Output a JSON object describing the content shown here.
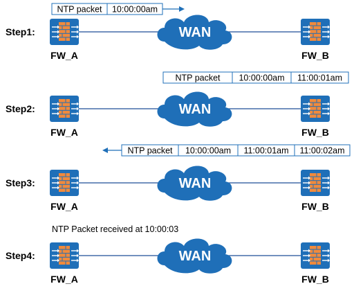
{
  "labels": {
    "fw_left": "FW_A",
    "fw_right": "FW_B",
    "wan": "WAN"
  },
  "colors": {
    "firewall_bg": "#1f6fb8",
    "firewall_bricks": "#f08a3c",
    "cloud": "#1f6fb8",
    "link": "#1f4e96",
    "packet_border": "#1f6fb8"
  },
  "steps": [
    {
      "label": "Step1:",
      "packet": {
        "direction": "right",
        "cells": [
          "NTP packet",
          "10:00:00am"
        ]
      },
      "note": ""
    },
    {
      "label": "Step2:",
      "packet": {
        "direction": "none",
        "cells": [
          "NTP packet",
          "10:00:00am",
          "11:00:01am"
        ]
      },
      "note": ""
    },
    {
      "label": "Step3:",
      "packet": {
        "direction": "left",
        "cells": [
          "NTP packet",
          "10:00:00am",
          "11:00:01am",
          "11:00:02am"
        ]
      },
      "note": ""
    },
    {
      "label": "Step4:",
      "packet": null,
      "note": "NTP Packet received at 10:00:03"
    }
  ]
}
